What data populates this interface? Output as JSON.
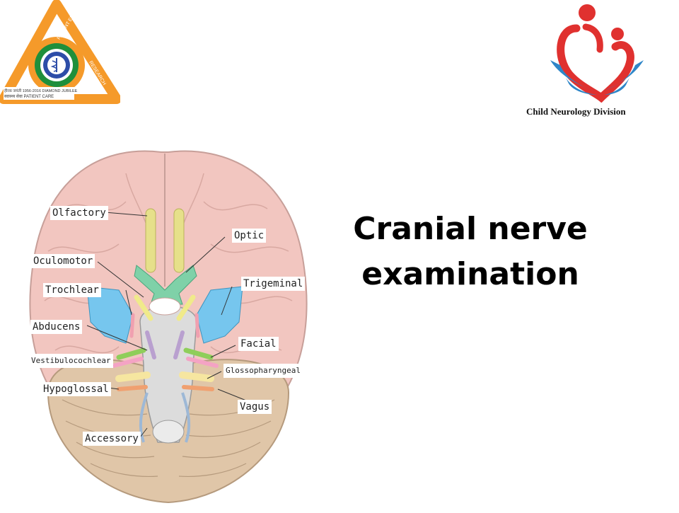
{
  "left_logo": {
    "ring_text_top": "PATIENT EDUCATION",
    "ring_text_right": "RESEARCH",
    "ring_text_bottom_1": "हीरक जयंती 1956-2016 DIAMOND JUBILEE",
    "ring_text_bottom_2": "स्वास्थ्य सेवा PATIENT CARE"
  },
  "right_logo": {
    "caption": "Child Neurology Division",
    "colors": {
      "red": "#e0312f",
      "blue": "#2f86c8"
    }
  },
  "title": {
    "line1": "Cranial nerve",
    "line2": "examination"
  },
  "diagram": {
    "labels": {
      "olfactory": "Olfactory",
      "optic": "Optic",
      "oculomotor": "Oculomotor",
      "trochlear": "Trochlear",
      "trigeminal": "Trigeminal",
      "abducens": "Abducens",
      "facial": "Facial",
      "vestibulocochlear": "Vestibulocochlear",
      "glossopharyngeal": "Glossopharyngeal",
      "hypoglossal": "Hypoglossal",
      "vagus": "Vagus",
      "accessory": "Accessory"
    },
    "colors": {
      "brain": "#f2c6c0",
      "cerebellum": "#e0c6a8",
      "olfactory": "#e6e08a",
      "optic": "#7fd1a8",
      "trigeminal": "#76c6ee",
      "brainstem": "#dcdcdc"
    }
  }
}
